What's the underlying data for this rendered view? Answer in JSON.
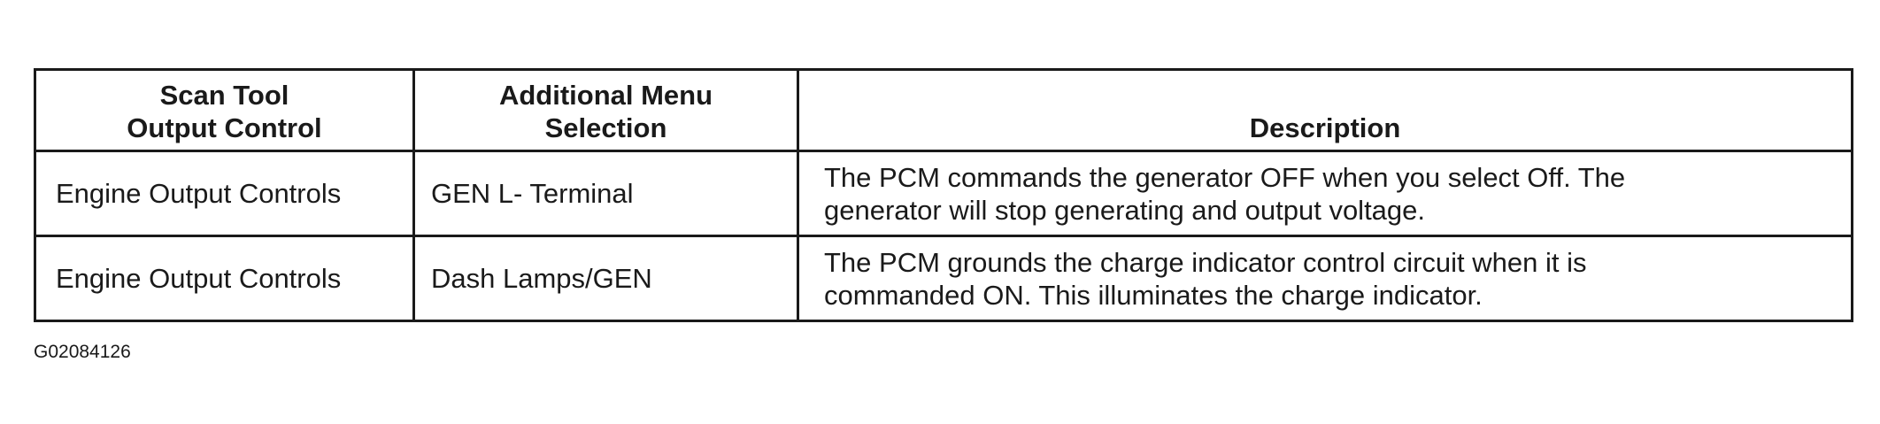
{
  "table": {
    "headers": [
      {
        "lines": [
          "Scan Tool",
          "Output Control"
        ]
      },
      {
        "lines": [
          "Additional Menu",
          "Selection"
        ]
      },
      {
        "lines": [
          "Description"
        ]
      }
    ],
    "rows": [
      {
        "control": "Engine Output Controls",
        "menu": "GEN L- Terminal",
        "description_lines": [
          "The PCM commands the generator OFF when you select Off. The",
          "generator will stop generating and output voltage."
        ]
      },
      {
        "control": "Engine Output Controls",
        "menu": "Dash Lamps/GEN",
        "description_lines": [
          "The PCM grounds the charge indicator control circuit when it is",
          "commanded ON. This illuminates the charge indicator."
        ]
      }
    ]
  },
  "figure_id": "G02084126"
}
